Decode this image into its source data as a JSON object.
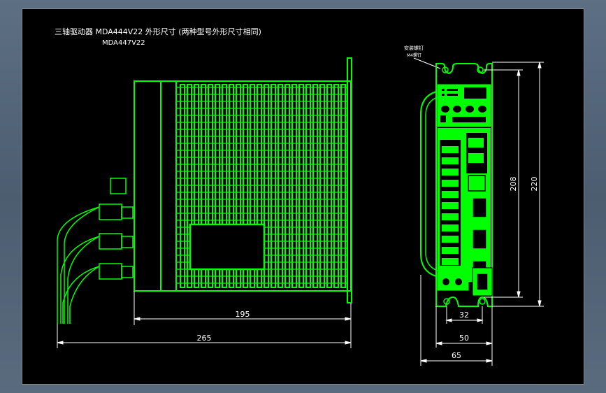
{
  "drawing": {
    "title_line1": "三轴驱动器 MDA444V22 外形尺寸 (两种型号外形尺寸相同)",
    "title_line2": "MDA447V22",
    "mount_note_line1": "安装螺钉",
    "mount_note_line2": "M4螺钉"
  },
  "dimensions": {
    "side_body_width": "195",
    "side_total_width": "265",
    "front_mount_spacing": "32",
    "front_width": "50",
    "front_total_width": "65",
    "front_hole_pitch": "208",
    "front_total_height": "220"
  },
  "colors": {
    "background": "#000000",
    "outline": "#ffffff",
    "body": "#00ff00"
  }
}
